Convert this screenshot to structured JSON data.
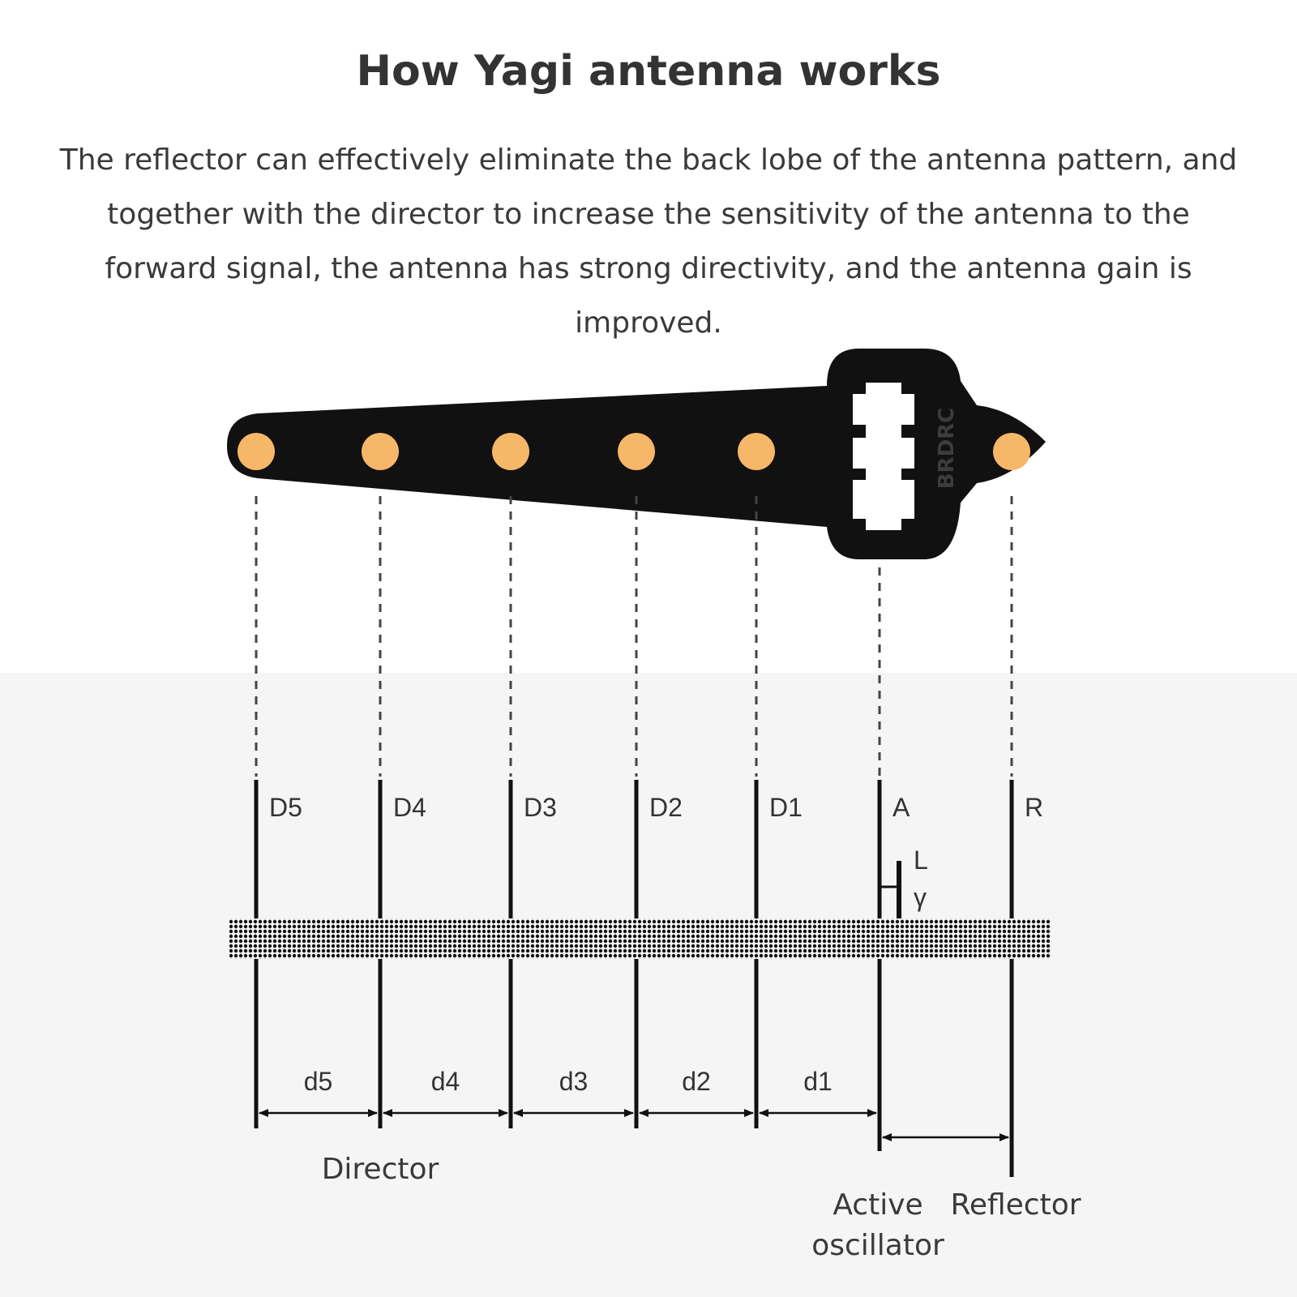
{
  "title": "How Yagi antenna works",
  "description": "The reflector can effectively eliminate the back lobe of the antenna pattern, and together with the director to increase the sensitivity of the antenna to the forward signal, the antenna has strong directivity, and the antenna gain is improved.",
  "antenna": {
    "brand_text": "BRDRC",
    "body_color": "#111111",
    "dot_color": "#f6b768"
  },
  "elements": [
    {
      "id": "D5",
      "label": "D5"
    },
    {
      "id": "D4",
      "label": "D4"
    },
    {
      "id": "D3",
      "label": "D3"
    },
    {
      "id": "D2",
      "label": "D2"
    },
    {
      "id": "D1",
      "label": "D1"
    },
    {
      "id": "A",
      "label": "A"
    },
    {
      "id": "R",
      "label": "R"
    }
  ],
  "feed_labels": {
    "top": "L",
    "bottom": "γ"
  },
  "spacings": [
    "d5",
    "d4",
    "d3",
    "d2",
    "d1"
  ],
  "group_labels": {
    "director": "Director",
    "active_line1": "Active",
    "active_line2": "oscillator",
    "reflector": "Reflector"
  }
}
